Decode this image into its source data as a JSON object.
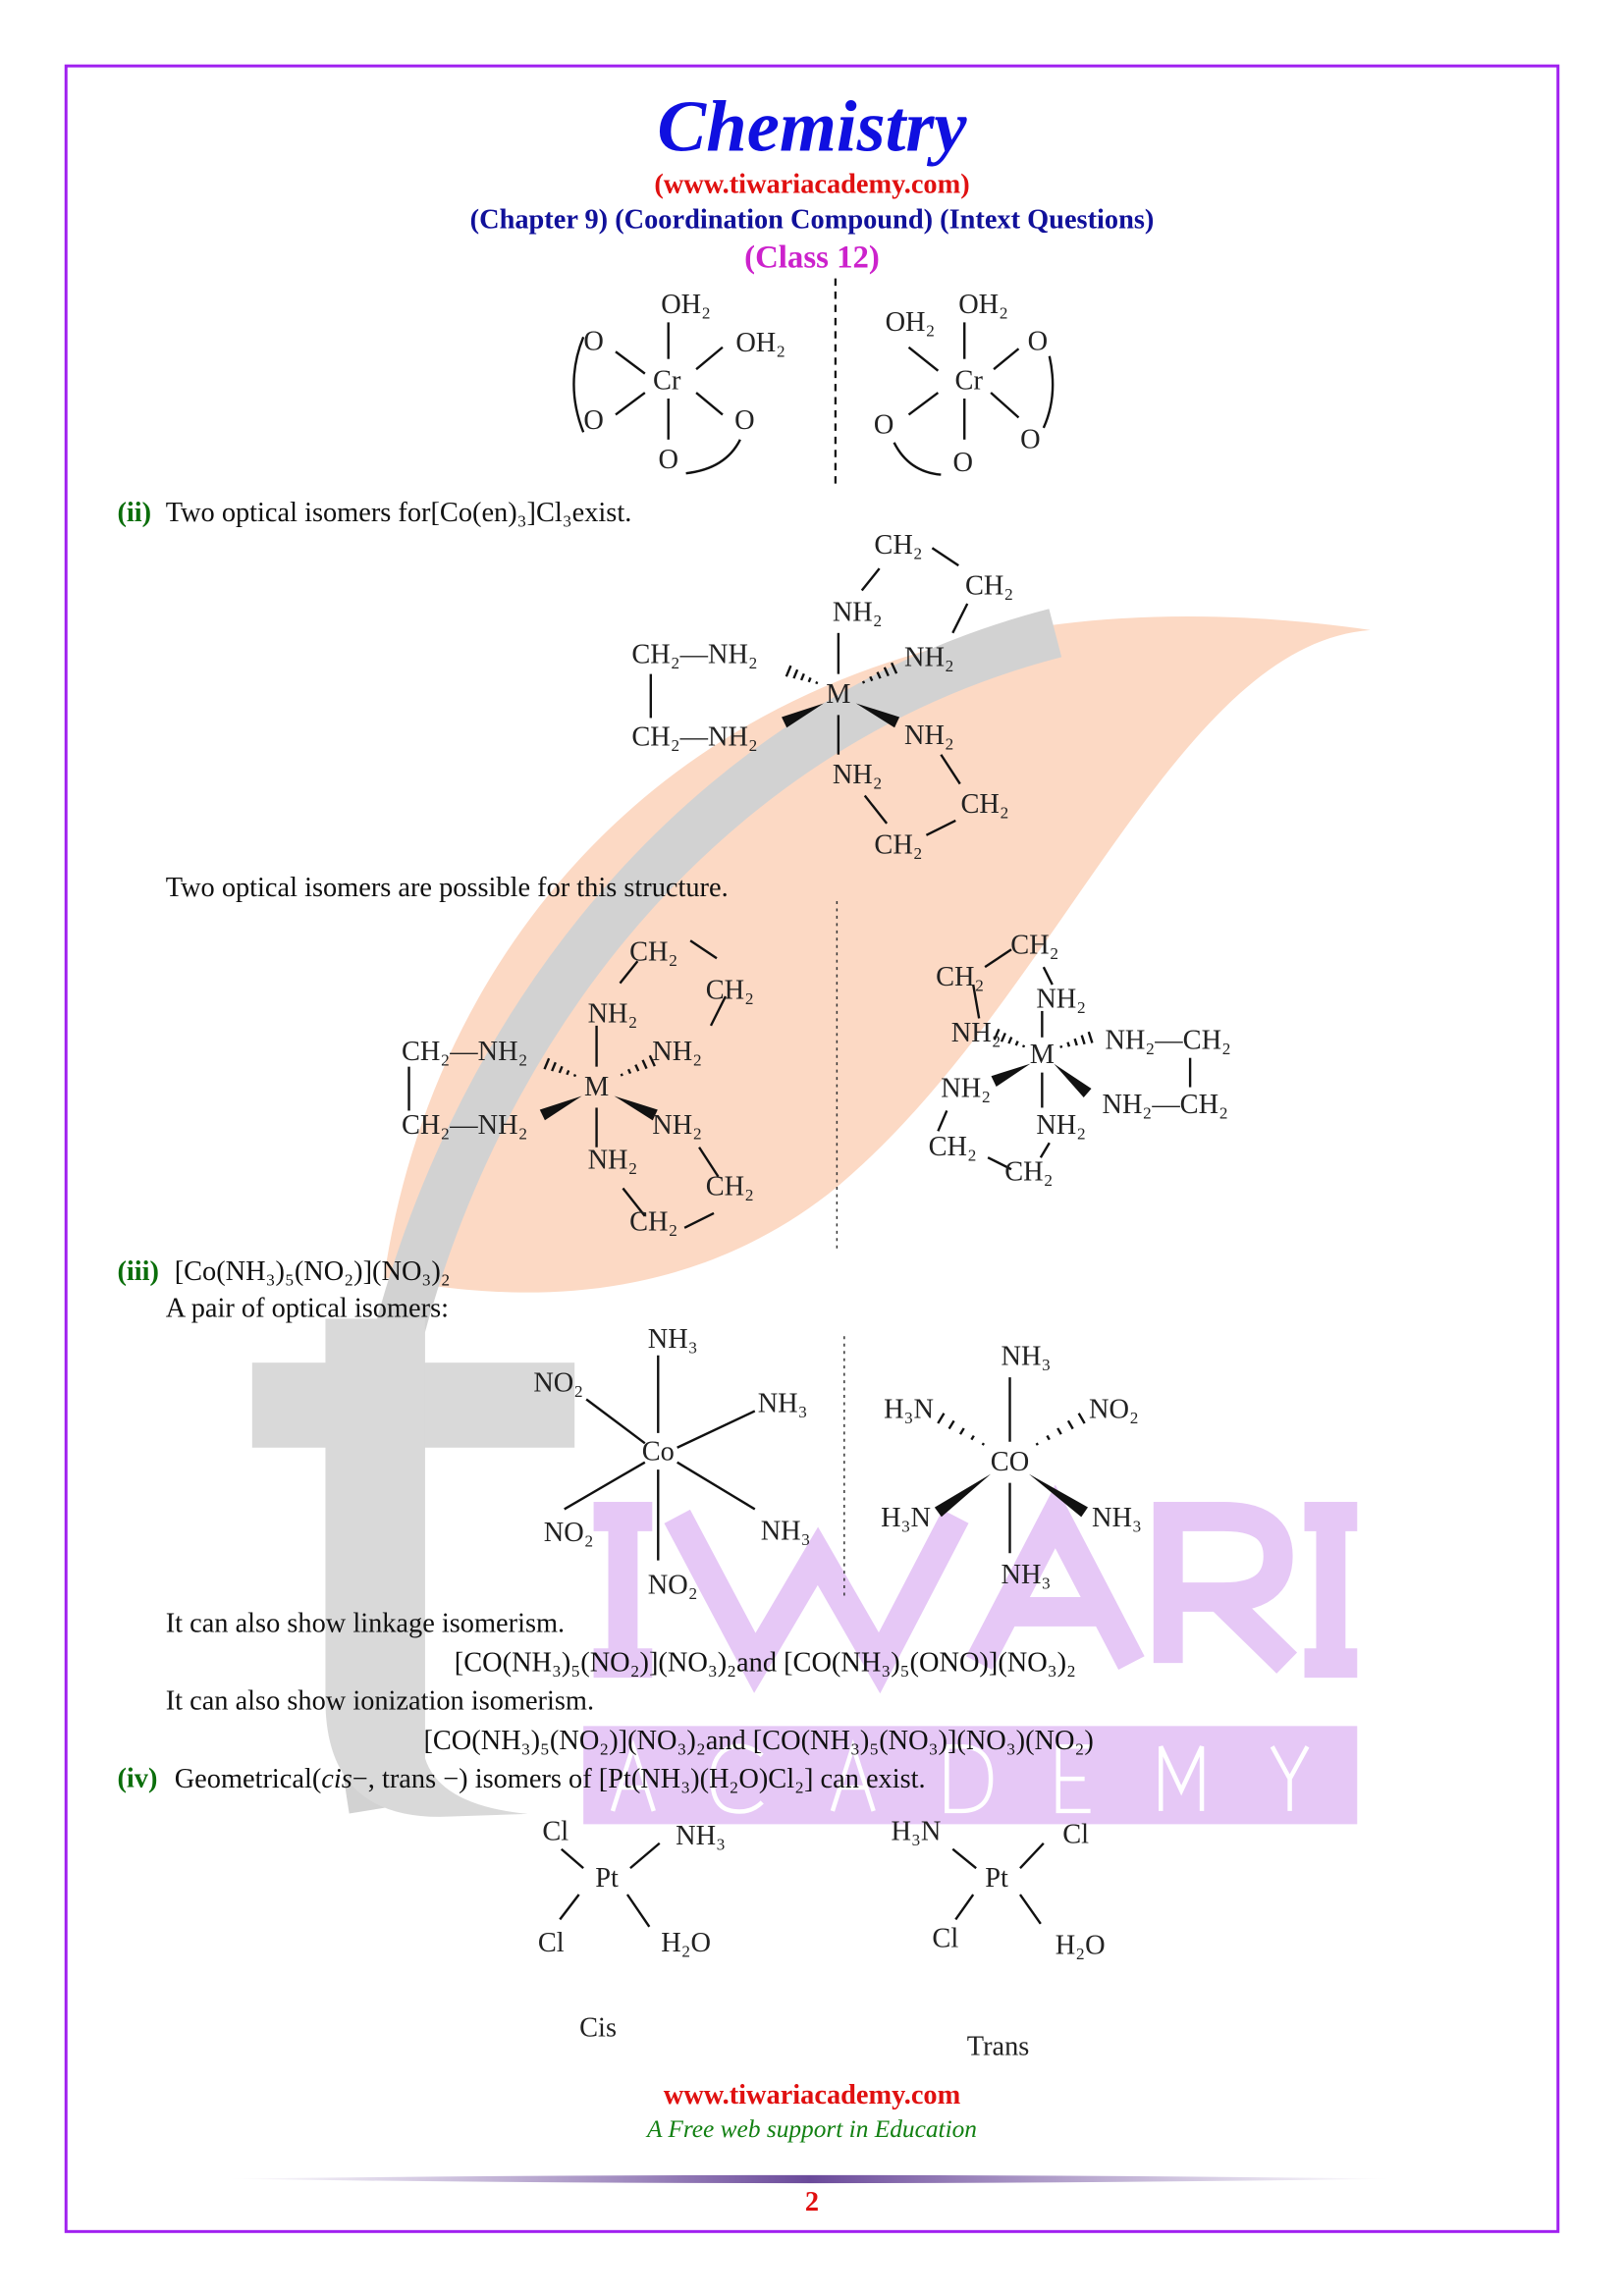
{
  "header": {
    "title": "Chemistry",
    "website": "(www.tiwariacademy.com)",
    "chapter": "(Chapter 9) (Coordination Compound) (Intext Questions)",
    "class_label": "(Class 12)"
  },
  "colors": {
    "border": "#a020f0",
    "title": "#1010e0",
    "website": "#e01010",
    "chapter": "#10109a",
    "class_label": "#cc22cc",
    "marker": "#0a6e0a",
    "tagline": "#128012"
  },
  "structures": {
    "cr_left": [
      "OH₂",
      "O",
      "OH₂",
      "Cr",
      "O",
      "O",
      "O"
    ],
    "cr_right": [
      "OH₂",
      "OH₂",
      "O",
      "Cr",
      "O",
      "O",
      "O"
    ],
    "en_main": [
      "CH₂",
      "CH₂",
      "NH₂",
      "CH₂—NH₂",
      "NH₂",
      "M",
      "CH₂—NH₂",
      "NH₂",
      "NH₂",
      "CH₂",
      "CH₂"
    ],
    "en_left": [
      "CH₂",
      "CH₂",
      "NH₂",
      "CH₂—NH₂",
      "NH₂",
      "M",
      "CH₂—NH₂",
      "NH₂",
      "NH₂",
      "CH₂",
      "CH₂"
    ],
    "en_right": [
      "CH₂",
      "CH₂",
      "NH₂",
      "NH₂",
      "M",
      "NH₂—CH₂",
      "NH₂",
      "NH₂—CH₂",
      "NH₂",
      "CH₂",
      "CH₂"
    ],
    "co_left": [
      "NH₃",
      "NO₂",
      "NH₃",
      "Co",
      "NO₂",
      "NH₃",
      "NO₂"
    ],
    "co_right": [
      "NH₃",
      "H₃N",
      "NO₂",
      "CO",
      "H₃N",
      "NH₃",
      "NH₃"
    ],
    "pt_cis": [
      "Cl",
      "NH₃",
      "Pt",
      "Cl",
      "H₂O"
    ],
    "pt_trans": [
      "H₃N",
      "Cl",
      "Pt",
      "Cl",
      "H₂O"
    ]
  },
  "section_ii": {
    "marker": "(ii)",
    "text": "Two optical isomers for[Co(en)₃]Cl₃exist.",
    "note": "Two optical isomers are possible for this structure."
  },
  "section_iii": {
    "marker": "(iii)",
    "formula": "[Co(NH₃)₅(NO₂)](NO₃)₂",
    "subtitle": "A pair of optical isomers:",
    "linkage_text": "It can also show linkage isomerism.",
    "linkage_formula": "[CO(NH₃)₅(NO₂)](NO₃)₂and [CO(NH₃)₅(ONO)](NO₃)₂",
    "ionization_text": "It can also show ionization isomerism.",
    "ionization_formula": "[CO(NH₃)₅(NO₂)](NO₃)₂and [CO(NH₃)₅(NO₃)](NO₃)(NO₂)"
  },
  "section_iv": {
    "marker": "(iv)",
    "text_pre": "Geometrical(",
    "text_italic": "cis",
    "text_post": "−, trans −) isomers of [Pt(NH₃)(H₂O)Cl₂] can exist.",
    "cis_label": "Cis",
    "trans_label": "Trans"
  },
  "footer": {
    "website": "www.tiwariacademy.com",
    "tagline": "A Free web support in Education",
    "page_number": "2"
  },
  "watermark": {
    "word": "IWARI",
    "sub": "ACADEMY"
  }
}
